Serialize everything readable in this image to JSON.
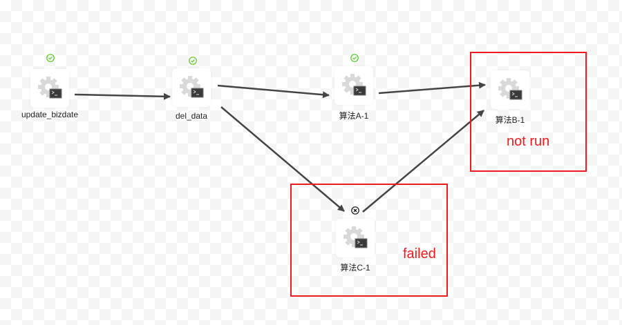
{
  "nodes": [
    {
      "id": "update_bizdate",
      "label": "update_bizdate",
      "status": "success"
    },
    {
      "id": "del_data",
      "label": "del_data",
      "status": "success"
    },
    {
      "id": "a1",
      "label": "算法A-1",
      "status": "success"
    },
    {
      "id": "b1",
      "label": "算法B-1",
      "status": "not-run"
    },
    {
      "id": "c1",
      "label": "算法C-1",
      "status": "failed"
    }
  ],
  "edges": [
    [
      "update_bizdate",
      "del_data"
    ],
    [
      "del_data",
      "a1"
    ],
    [
      "a1",
      "b1"
    ],
    [
      "del_data",
      "c1"
    ],
    [
      "c1",
      "b1"
    ]
  ],
  "annotations": {
    "not_run": "not run",
    "failed": "failed"
  },
  "colors": {
    "success": "#52c41a",
    "annotation": "#f0191e",
    "edge": "#444444"
  }
}
